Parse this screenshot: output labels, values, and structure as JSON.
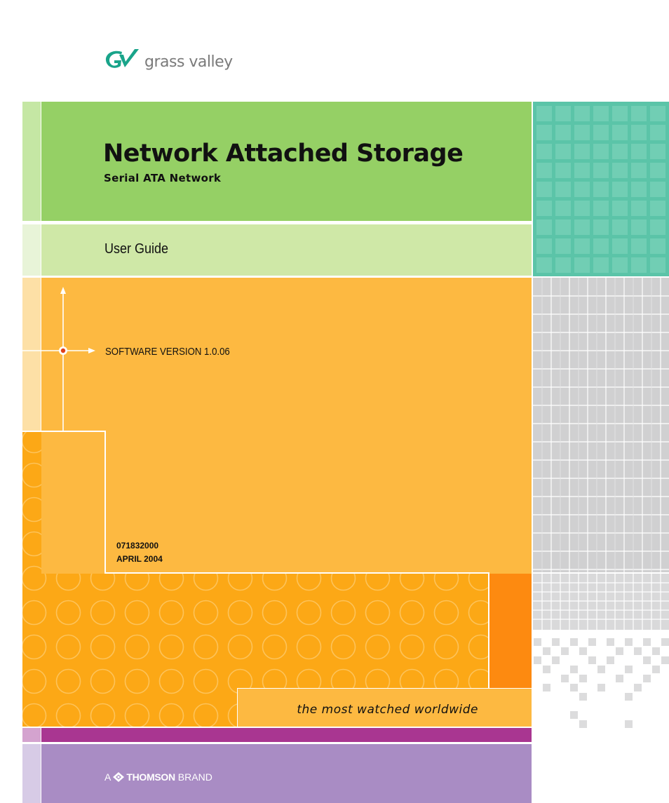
{
  "logo": {
    "brand_text": "grass valley",
    "mark_text": "GV"
  },
  "cover": {
    "title": "Network Attached Storage",
    "subtitle": "Serial ATA Network",
    "guide_type": "User Guide",
    "software_version": "SOFTWARE VERSION 1.0.06",
    "document_number": "071832000",
    "date": "APRIL 2004",
    "tagline": "the most watched worldwide"
  },
  "brand": {
    "prefix": "A",
    "name": "THOMSON",
    "suffix": "BRAND"
  },
  "colors": {
    "green": "#95d065",
    "light_green": "#cfe8a7",
    "teal": "#5bc4a8",
    "orange": "#fdb941",
    "deep_orange": "#fd8a10",
    "magenta": "#a93691",
    "purple": "#a98cc4",
    "gray": "#d0d0d1"
  },
  "icons": [
    "grass-valley-logo-icon",
    "crosshair-target-icon",
    "thomson-logo-icon"
  ]
}
